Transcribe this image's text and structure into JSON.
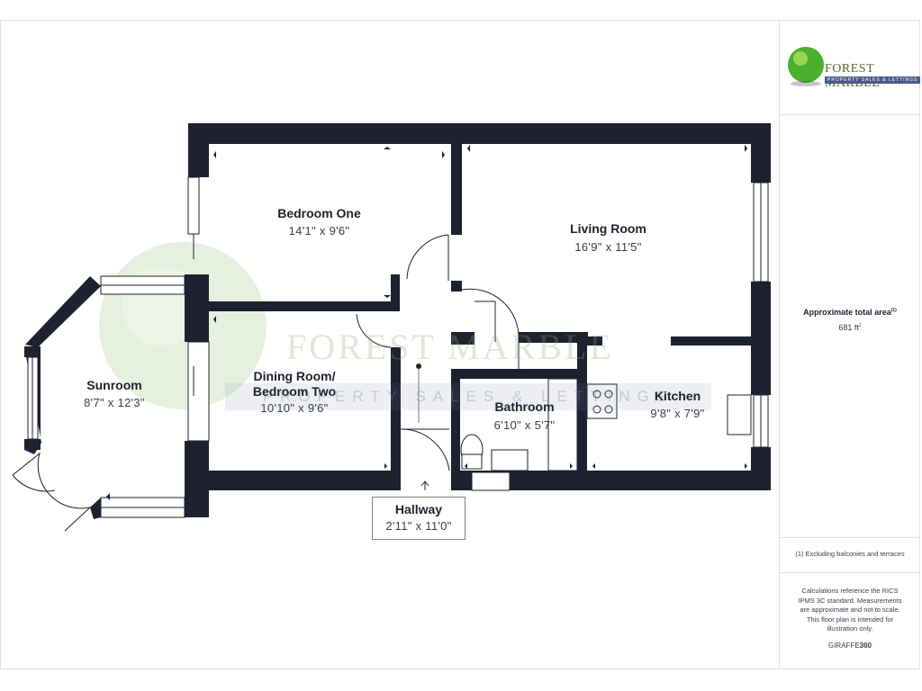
{
  "rooms": {
    "bedroom_one": {
      "name": "Bedroom One",
      "dims": "14'1\" x 9'6\""
    },
    "living_room": {
      "name": "Living Room",
      "dims": "16'9\" x 11'5\""
    },
    "sunroom": {
      "name": "Sunroom",
      "dims": "8'7\" x 12'3\""
    },
    "dining_room": {
      "name_line1": "Dining Room/",
      "name_line2": "Bedroom Two",
      "dims": "10'10\" x 9'6\""
    },
    "bathroom": {
      "name": "Bathroom",
      "dims": "6'10\" x 5'7\""
    },
    "kitchen": {
      "name": "Kitchen",
      "dims": "9'8\" x 7'9\""
    },
    "hallway": {
      "name": "Hallway",
      "dims": "2'11\" x 11'0\""
    }
  },
  "sidebar": {
    "area_label": "Approximate total area",
    "area_note_marker": "(1)",
    "area_value": "681 ft",
    "area_unit_sup": "2",
    "footnote": "(1) Excluding balconies and terraces",
    "disclaimer": "Calculations reference the RICS IPMS 3C standard. Measurements are approximate and not to scale. This floor plan is intended for illustration only.",
    "brand_light": "GIRAFFE",
    "brand_bold": "360"
  },
  "logo": {
    "name": "FOREST MARBLE",
    "tagline": "PROPERTY SALES & LETTINGS"
  },
  "watermark": {
    "name": "FOREST MARBLE",
    "tagline": "PROPERTY SALES & LETTINGS"
  },
  "colors": {
    "wall": "#1e2130",
    "text": "#1e2130",
    "logo_green": "#4f6e2e",
    "logo_banner": "#4a5a8a"
  }
}
